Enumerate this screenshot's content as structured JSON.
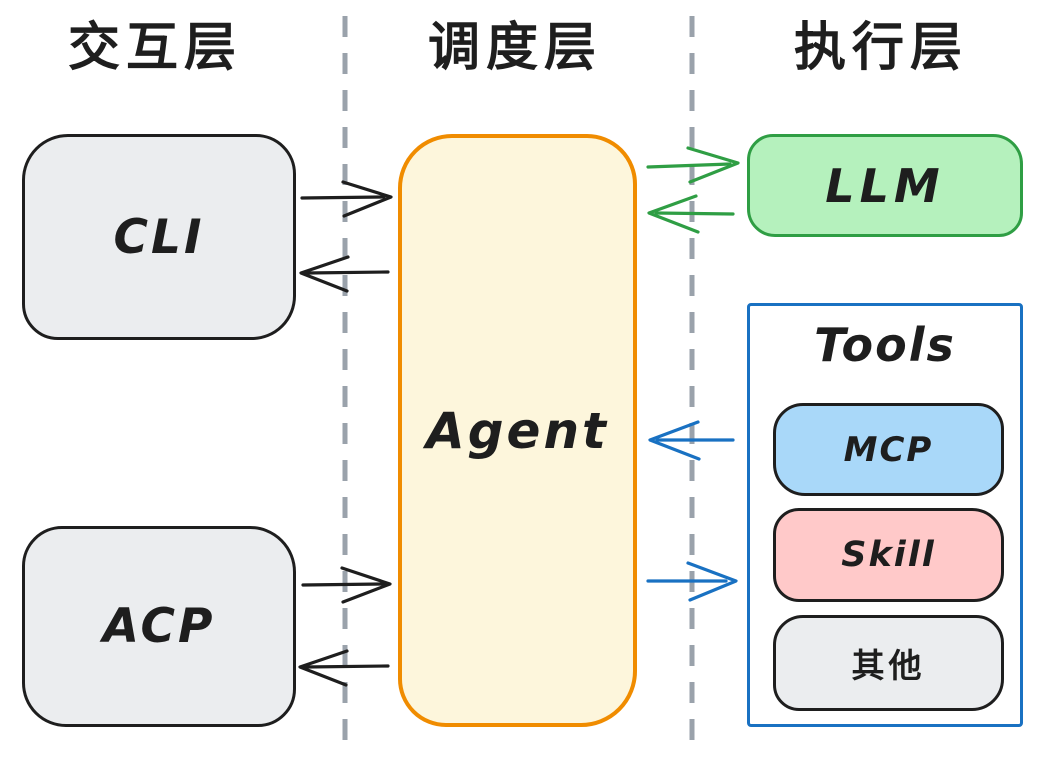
{
  "diagram": {
    "layers": {
      "interaction": {
        "title": "交互层"
      },
      "scheduling": {
        "title": "调度层"
      },
      "execution": {
        "title": "执行层"
      }
    },
    "nodes": {
      "cli": {
        "label": "CLI"
      },
      "acp": {
        "label": "ACP"
      },
      "agent": {
        "label": "Agent"
      },
      "llm": {
        "label": "LLM"
      },
      "tools": {
        "title": "Tools",
        "items": [
          {
            "label": "MCP"
          },
          {
            "label": "Skill"
          },
          {
            "label": "其他"
          }
        ]
      }
    },
    "arrows": [
      {
        "from": "CLI",
        "to": "Agent",
        "color": "black"
      },
      {
        "from": "Agent",
        "to": "CLI",
        "color": "black"
      },
      {
        "from": "ACP",
        "to": "Agent",
        "color": "black"
      },
      {
        "from": "Agent",
        "to": "ACP",
        "color": "black"
      },
      {
        "from": "Agent",
        "to": "LLM",
        "color": "green"
      },
      {
        "from": "LLM",
        "to": "Agent",
        "color": "green"
      },
      {
        "from": "Tools",
        "to": "Agent",
        "color": "blue"
      },
      {
        "from": "Agent",
        "to": "Tools",
        "color": "blue"
      }
    ],
    "colors": {
      "black_stroke": "#1e1e1e",
      "gray_fill": "#ebedef",
      "divider_gray": "#9aa2ab",
      "orange_stroke": "#f08c00",
      "cream_fill": "#fdf6dc",
      "green_stroke": "#2f9e44",
      "green_fill": "#b5f1bd",
      "blue_stroke": "#1971c2",
      "blue_fill": "#a9d8f9",
      "pink_fill": "#ffc9c9",
      "text_black": "#1e1e1e"
    }
  }
}
